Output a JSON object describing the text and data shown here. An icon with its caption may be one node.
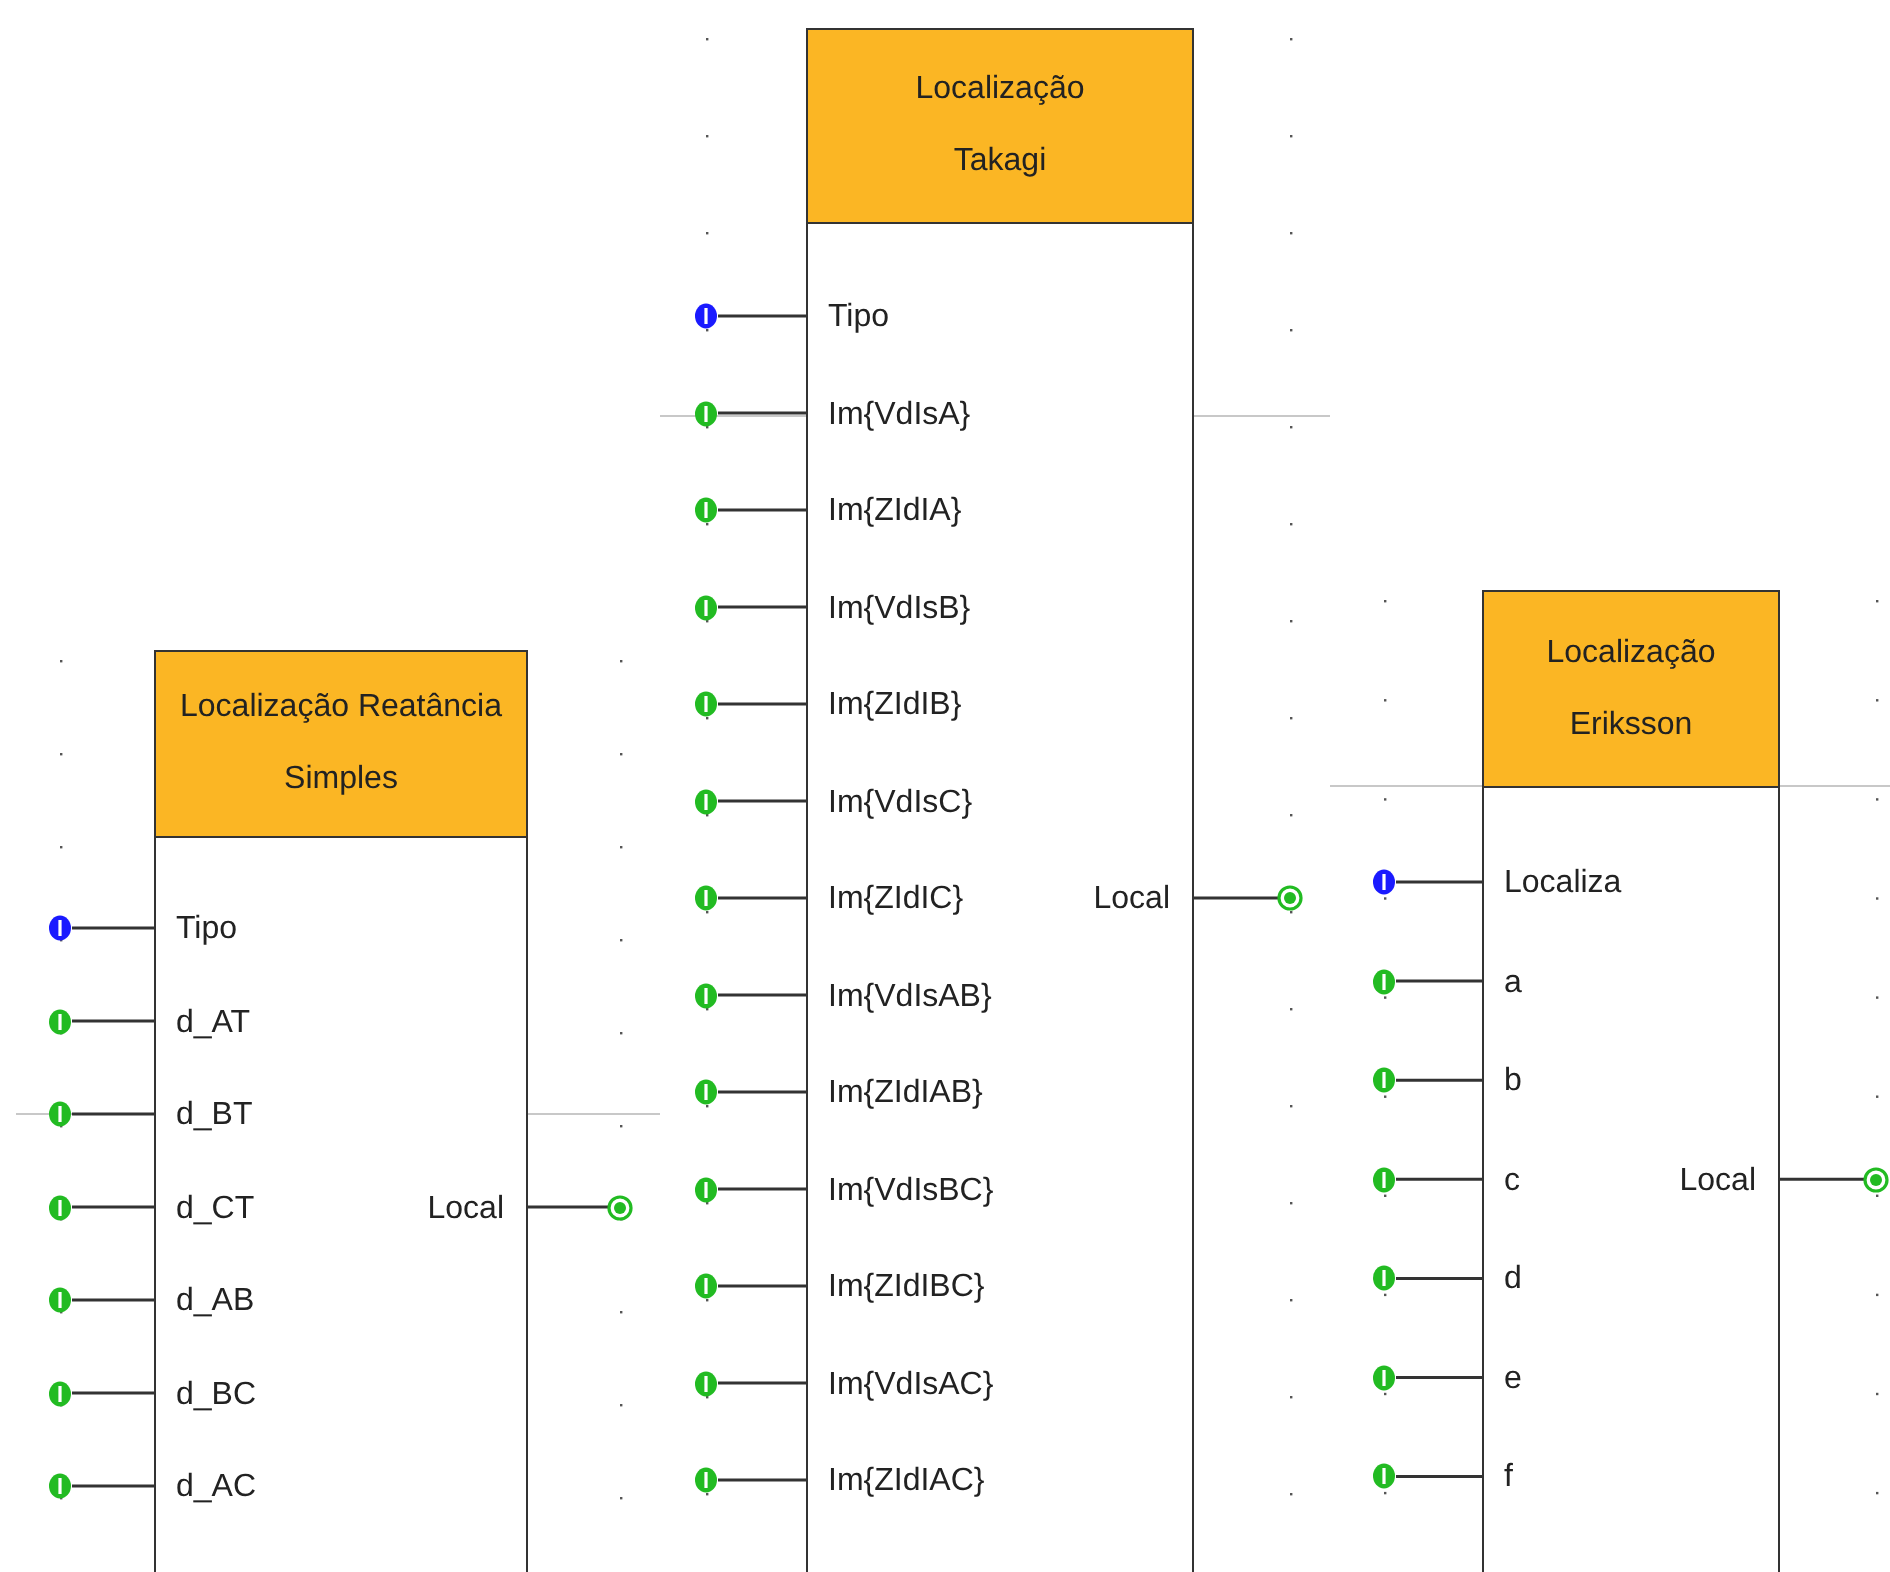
{
  "diagram": {
    "nodes": [
      {
        "text": [
          "Localização Reatância Simples"
        ]
      },
      {
        "text": [],
        "shape": "circle"
      },
      {
        "text": [
          "Tipo"
        ],
        "in": 0
      },
      {
        "text": [],
        "shape": "circle"
      },
      {
        "text": [
          "d_AT"
        ],
        "in": 0
      },
      {
        "text": [],
        "shape": "circle"
      },
      {
        "text": [
          "d_BT"
        ],
        "in": 0
      },
      {
        "text": [],
        "shape": "circle"
      },
      {
        "text": [
          "d_CT"
        ],
        "in": 0
      },
      {
        "text": [],
        "shape": "circle"
      },
      {
        "text": [
          "d_AB"
        ],
        "in": 0
      },
      {
        "text": [],
        "shape": "circle"
      },
      {
        "text": [
          "d_BC"
        ],
        "in": 0
      },
      {
        "text": [],
        "shape": "circle"
      },
      {
        "text": [
          "d_AC"
        ],
        "in": 0
      },
      {
        "text": [
          "Local"
        ],
        "in": 0
      },
      {
        "text": [],
        "shape": "circle"
      },
      {
        "text": [
          "Localização Takagi"
        ]
      },
      {
        "text": [],
        "shape": "circle"
      },
      {
        "text": [
          "Tipo"
        ],
        "in": 17
      },
      {
        "text": [],
        "shape": "circle"
      },
      {
        "text": [
          "Im{VdIsA}"
        ],
        "in": 17
      },
      {
        "text": [],
        "shape": "circle"
      },
      {
        "text": [
          "Im{ZIdIA}"
        ],
        "in": 17
      },
      {
        "text": [],
        "shape": "circle"
      },
      {
        "text": [
          "Im{VdIsB}"
        ],
        "in": 17
      },
      {
        "text": [],
        "shape": "circle"
      },
      {
        "text": [
          "Im{ZIdIB}"
        ],
        "in": 17
      },
      {
        "text": [],
        "shape": "circle"
      },
      {
        "text": [
          "Im{VdIsC}"
        ],
        "in": 17
      },
      {
        "text": [],
        "shape": "circle"
      },
      {
        "text": [
          "Im{ZIdIC}"
        ],
        "in": 17
      },
      {
        "text": [],
        "shape": "circle"
      },
      {
        "text": [
          "Im{VdIsAB}"
        ],
        "in": 17
      },
      {
        "text": [],
        "shape": "circle"
      },
      {
        "text": [
          "Im{ZIdIAB}"
        ],
        "in": 17
      },
      {
        "text": [],
        "shape": "circle"
      },
      {
        "text": [
          "Im{VdIsBC}"
        ],
        "in": 17
      },
      {
        "text": [],
        "shape": "circle"
      },
      {
        "text": [
          "Im{ZIdIBC}"
        ],
        "in": 17
      },
      {
        "text": [],
        "shape": "circle"
      },
      {
        "text": [
          "Im{VdIsAC}"
        ],
        "in": 17
      },
      {
        "text": [],
        "shape": "circle"
      },
      {
        "text": [
          "Im{ZIdIAC}"
        ],
        "in": 17
      },
      {
        "text": [
          "Local"
        ],
        "in": 17
      },
      {
        "text": [],
        "shape": "circle"
      },
      {
        "text": [
          "Localização Eriksson"
        ]
      },
      {
        "text": [],
        "shape": "circle"
      },
      {
        "text": [
          "Localiza"
        ],
        "in": 46
      },
      {
        "text": [],
        "shape": "circle"
      },
      {
        "text": [
          "a"
        ],
        "in": 46
      },
      {
        "text": [],
        "shape": "circle"
      },
      {
        "text": [
          "b"
        ],
        "in": 46
      },
      {
        "text": [],
        "shape": "circle"
      },
      {
        "text": [
          "c"
        ],
        "in": 46
      },
      {
        "text": [],
        "shape": "circle"
      },
      {
        "text": [
          "d"
        ],
        "in": 46
      },
      {
        "text": [],
        "shape": "circle"
      },
      {
        "text": [
          "e"
        ],
        "in": 46
      },
      {
        "text": [],
        "shape": "circle"
      },
      {
        "text": [
          "f"
        ],
        "in": 46
      },
      {
        "text": [
          "Local"
        ],
        "in": 46
      },
      {
        "text": [],
        "shape": "circle"
      }
    ],
    "edges": [
      {
        "from": 1,
        "to": 2,
        "arrow": "none"
      },
      {
        "from": 3,
        "to": 4,
        "arrow": "none"
      },
      {
        "from": 5,
        "to": 6,
        "arrow": "none"
      },
      {
        "from": 7,
        "to": 8,
        "arrow": "none"
      },
      {
        "from": 9,
        "to": 10,
        "arrow": "none"
      },
      {
        "from": 11,
        "to": 12,
        "arrow": "none"
      },
      {
        "from": 13,
        "to": 14,
        "arrow": "none"
      },
      {
        "from": 15,
        "to": 16,
        "arrow": "none"
      },
      {
        "from": 18,
        "to": 19,
        "arrow": "none"
      },
      {
        "from": 20,
        "to": 21,
        "arrow": "none"
      },
      {
        "from": 22,
        "to": 23,
        "arrow": "none"
      },
      {
        "from": 24,
        "to": 25,
        "arrow": "none"
      },
      {
        "from": 26,
        "to": 27,
        "arrow": "none"
      },
      {
        "from": 28,
        "to": 29,
        "arrow": "none"
      },
      {
        "from": 30,
        "to": 31,
        "arrow": "none"
      },
      {
        "from": 32,
        "to": 33,
        "arrow": "none"
      },
      {
        "from": 34,
        "to": 35,
        "arrow": "none"
      },
      {
        "from": 36,
        "to": 37,
        "arrow": "none"
      },
      {
        "from": 38,
        "to": 39,
        "arrow": "none"
      },
      {
        "from": 40,
        "to": 41,
        "arrow": "none"
      },
      {
        "from": 42,
        "to": 43,
        "arrow": "none"
      },
      {
        "from": 44,
        "to": 45,
        "arrow": "none"
      },
      {
        "from": 47,
        "to": 48,
        "arrow": "none"
      },
      {
        "from": 49,
        "to": 50,
        "arrow": "none"
      },
      {
        "from": 51,
        "to": 52,
        "arrow": "none"
      },
      {
        "from": 53,
        "to": 54,
        "arrow": "none"
      },
      {
        "from": 55,
        "to": 56,
        "arrow": "none"
      },
      {
        "from": 57,
        "to": 58,
        "arrow": "none"
      },
      {
        "from": 59,
        "to": 60,
        "arrow": "none"
      },
      {
        "from": 61,
        "to": 62,
        "arrow": "none"
      }
    ]
  }
}
